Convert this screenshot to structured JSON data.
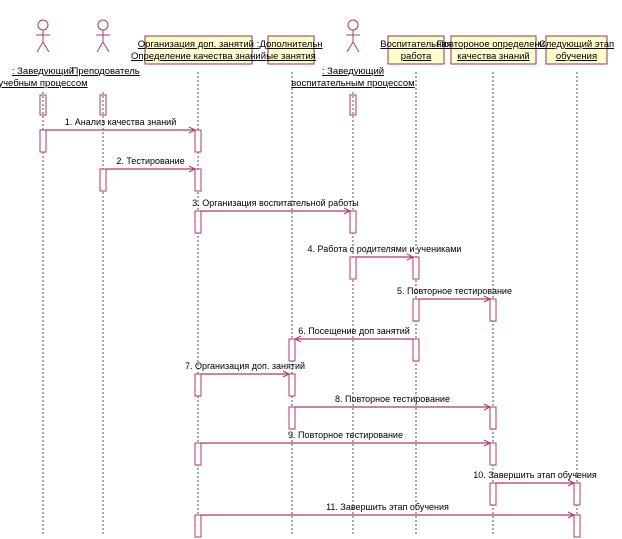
{
  "diagram": {
    "type": "uml-sequence",
    "colors": {
      "line": "#b03a68",
      "object_fill": "#ffffcc",
      "object_border": "#a0304e",
      "lifeline": "#555555"
    },
    "participants": [
      {
        "kind": "actor",
        "lines": [
          ": Заведующий",
          "учебным процессом"
        ]
      },
      {
        "kind": "actor",
        "lines": [
          ": Преподователь"
        ]
      },
      {
        "kind": "object",
        "lines": [
          "Организация доп. занятий :",
          "Определение качества знаний"
        ]
      },
      {
        "kind": "object",
        "lines": [
          "Дополнительн",
          "ые занятия"
        ]
      },
      {
        "kind": "actor",
        "lines": [
          ": Заведующий",
          "воспитательным процессом"
        ]
      },
      {
        "kind": "object",
        "lines": [
          "Воспитательная",
          "работа"
        ]
      },
      {
        "kind": "object",
        "lines": [
          "Повтороное определение",
          "качества знаний"
        ]
      },
      {
        "kind": "object",
        "lines": [
          "Следующий этап",
          "обучения"
        ]
      }
    ],
    "messages": [
      {
        "from": 0,
        "to": 2,
        "label": "1. Анализ качества знаний"
      },
      {
        "from": 1,
        "to": 2,
        "label": "2. Тестирование"
      },
      {
        "from": 2,
        "to": 4,
        "label": "3. Организация воспитательной работы"
      },
      {
        "from": 4,
        "to": 5,
        "label": "4. Работа с родителями и учениками"
      },
      {
        "from": 5,
        "to": 6,
        "label": "5. Повторное тестирование"
      },
      {
        "from": 5,
        "to": 3,
        "label": "6. Посещение доп занятий"
      },
      {
        "from": 2,
        "to": 3,
        "label": "7. Организация доп. занятий"
      },
      {
        "from": 3,
        "to": 6,
        "label": "8. Повторное тестирование"
      },
      {
        "from": 2,
        "to": 6,
        "label": "9. Повторное тестирование"
      },
      {
        "from": 6,
        "to": 7,
        "label": "10. Завершить этап обучения"
      },
      {
        "from": 2,
        "to": 7,
        "label": "11. Завершить этап обучения"
      }
    ]
  }
}
